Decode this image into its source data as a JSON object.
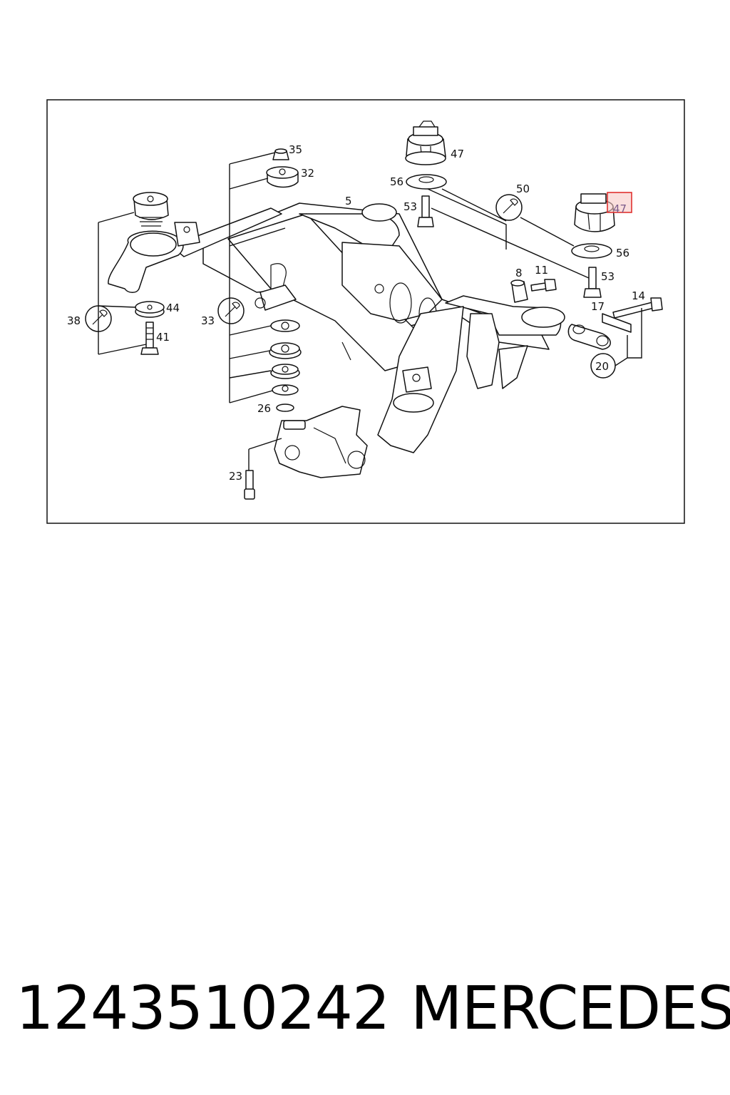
{
  "diagram": {
    "callouts": {
      "c35": "35",
      "c32": "32",
      "c5": "5",
      "c47a": "47",
      "c56a": "56",
      "c53a": "53",
      "c50": "50",
      "c47b": "47",
      "c56b": "56",
      "c53b": "53",
      "c8": "8",
      "c11": "11",
      "c14": "14",
      "c17": "17",
      "c20": "20",
      "c38": "38",
      "c44": "44",
      "c41": "41",
      "c33": "33",
      "c26": "26",
      "c23": "23"
    },
    "highlight": {
      "color": "#e0312f",
      "fill": "#f7c9c7"
    }
  },
  "caption": {
    "part_number": "1243510242",
    "brand": "MERCEDES"
  }
}
